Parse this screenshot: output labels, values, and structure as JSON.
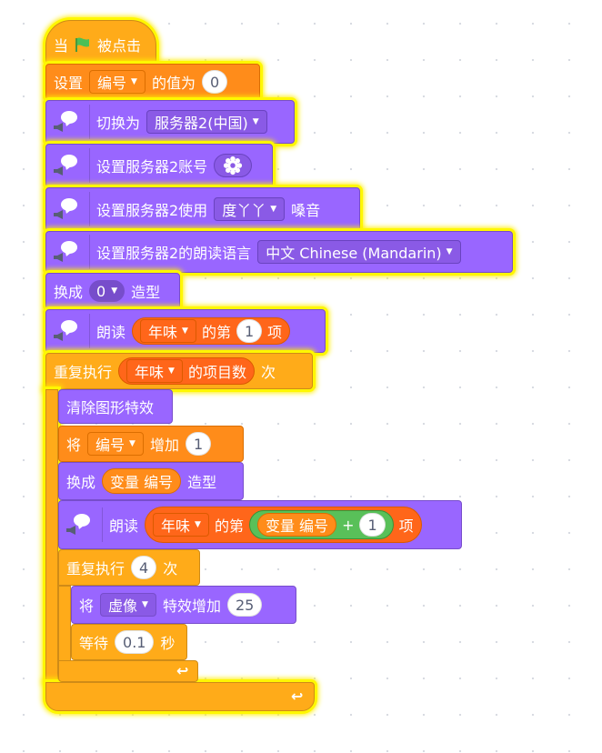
{
  "script": {
    "when_flag": {
      "label_when": "当",
      "label_clicked": "被点击",
      "icon": "green-flag-icon",
      "flag_color": "#4cbf56"
    },
    "set_var": {
      "label_set": "设置",
      "variable": "编号",
      "label_to": "的值为",
      "value": "0"
    },
    "tts_switch": {
      "label": "切换为",
      "server": "服务器2(中国)",
      "icon": "speech-speaker-icon"
    },
    "tts_account": {
      "label": "设置服务器2账号",
      "icon": "gear-icon"
    },
    "tts_voice": {
      "label": "设置服务器2使用",
      "voice": "度丫丫",
      "label_after": "嗓音"
    },
    "tts_language": {
      "label": "设置服务器2的朗读语言",
      "language": "中文 Chinese (Mandarin)"
    },
    "switch_costume_0": {
      "label": "换成",
      "value": "0",
      "label_after": "造型"
    },
    "speak_item": {
      "label": "朗读",
      "list": "年味",
      "label_of": "的第",
      "index": "1",
      "label_item": "项"
    },
    "repeat_outer": {
      "label": "重复执行",
      "list": "年味",
      "label_length": "的项目数",
      "label_times": "次"
    },
    "clear_effects": {
      "label": "清除图形特效"
    },
    "change_var": {
      "label": "将",
      "variable": "编号",
      "label_by": "增加",
      "value": "1"
    },
    "switch_costume_var": {
      "label": "换成",
      "reporter": "变量 编号",
      "label_after": "造型"
    },
    "speak_item_expr": {
      "label": "朗读",
      "list": "年味",
      "label_of": "的第",
      "reporter": "变量 编号",
      "op": "+",
      "operand": "1",
      "label_item": "项"
    },
    "repeat_inner": {
      "label": "重复执行",
      "value": "4",
      "label_times": "次"
    },
    "change_effect": {
      "label": "将",
      "effect": "虚像",
      "label_by": "特效增加",
      "value": "25"
    },
    "wait": {
      "label": "等待",
      "value": "0.1",
      "label_sec": "秒"
    }
  },
  "colors": {
    "events": "#ffab19",
    "control": "#ffab19",
    "variables": "#ff8c1a",
    "looks": "#9966ff",
    "operators": "#59c059",
    "glow": "#fff700"
  }
}
